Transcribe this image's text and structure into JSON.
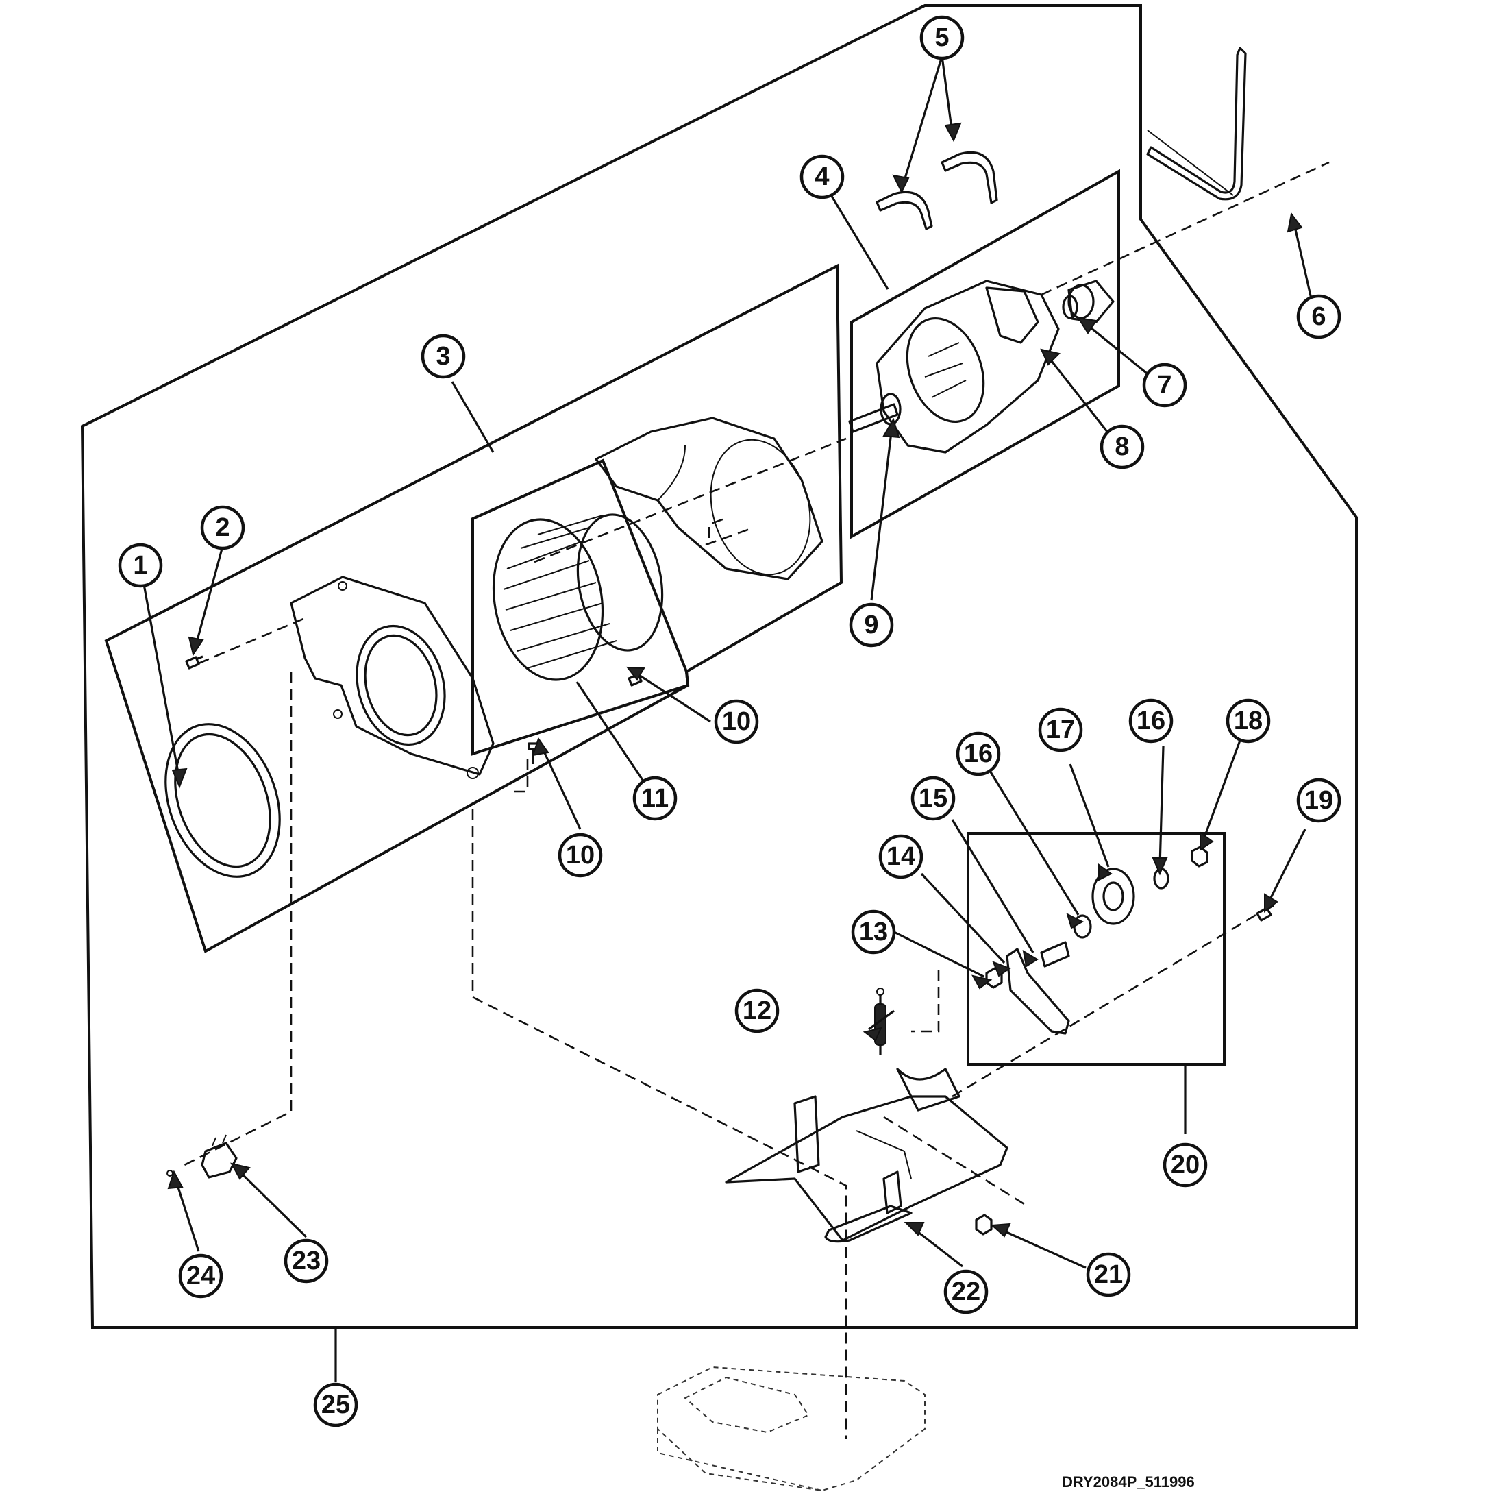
{
  "diagram": {
    "callouts": {
      "c1": "1",
      "c2": "2",
      "c3": "3",
      "c4": "4",
      "c5": "5",
      "c6": "6",
      "c7": "7",
      "c8": "8",
      "c9": "9",
      "c10a": "10",
      "c10b": "10",
      "c11": "11",
      "c12": "12",
      "c13": "13",
      "c14": "14",
      "c15": "15",
      "c16a": "16",
      "c16b": "16",
      "c17": "17",
      "c18": "18",
      "c19": "19",
      "c20": "20",
      "c21": "21",
      "c22": "22",
      "c23": "23",
      "c24": "24",
      "c25": "25"
    },
    "drawing_code": "DRY2084P_511996"
  }
}
